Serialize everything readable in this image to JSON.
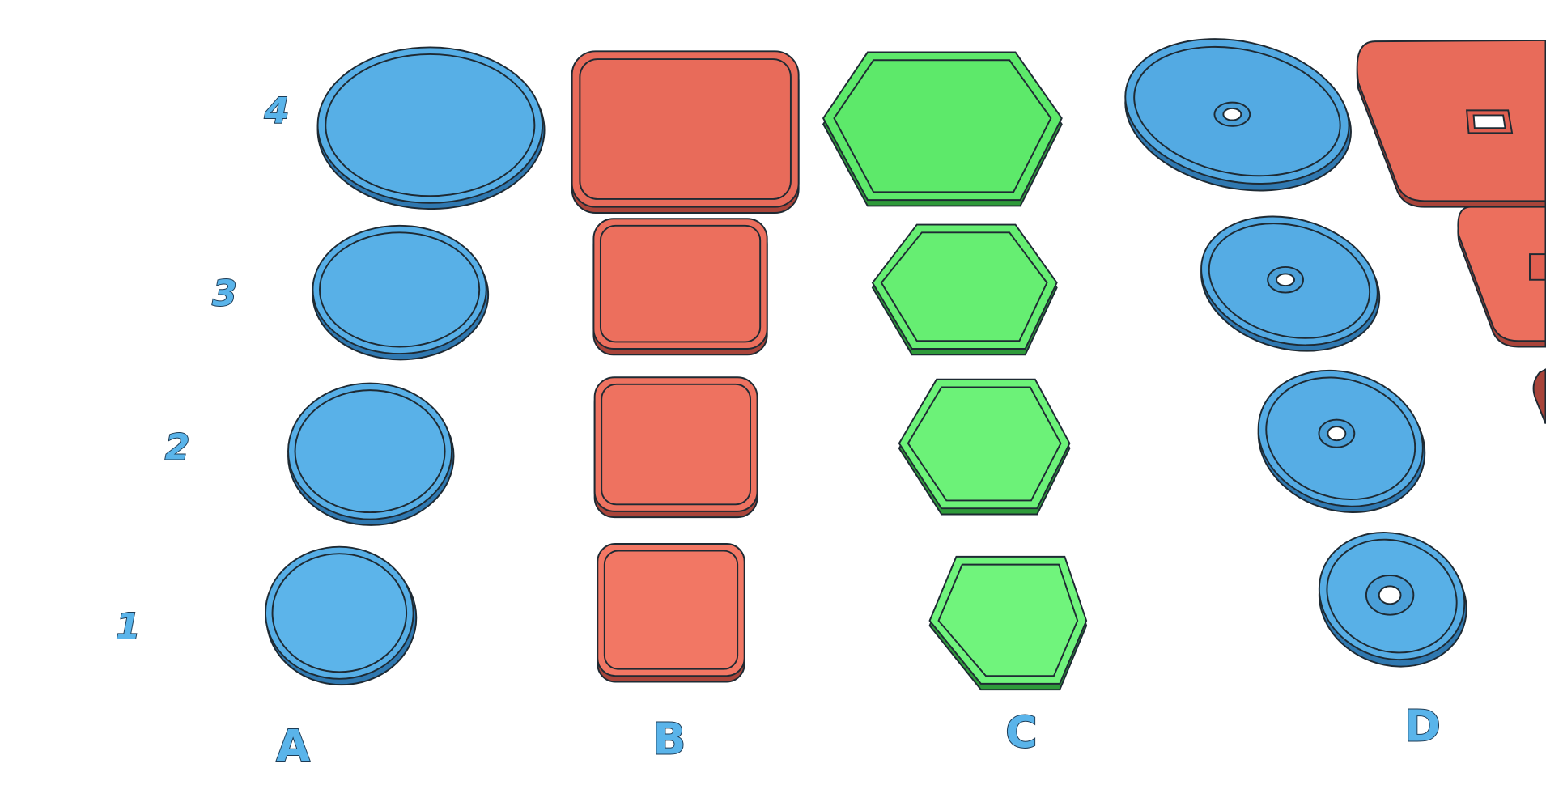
{
  "row_labels": [
    "1",
    "2",
    "3",
    "4"
  ],
  "column_labels": [
    "A",
    "B",
    "C",
    "D"
  ],
  "colors": {
    "circle_blue": "#56aee6",
    "square_red": "#e86b5a",
    "hexagon_green": "#62ea6e",
    "label_blue": "#5ab4ea",
    "background": "#ffffff"
  }
}
